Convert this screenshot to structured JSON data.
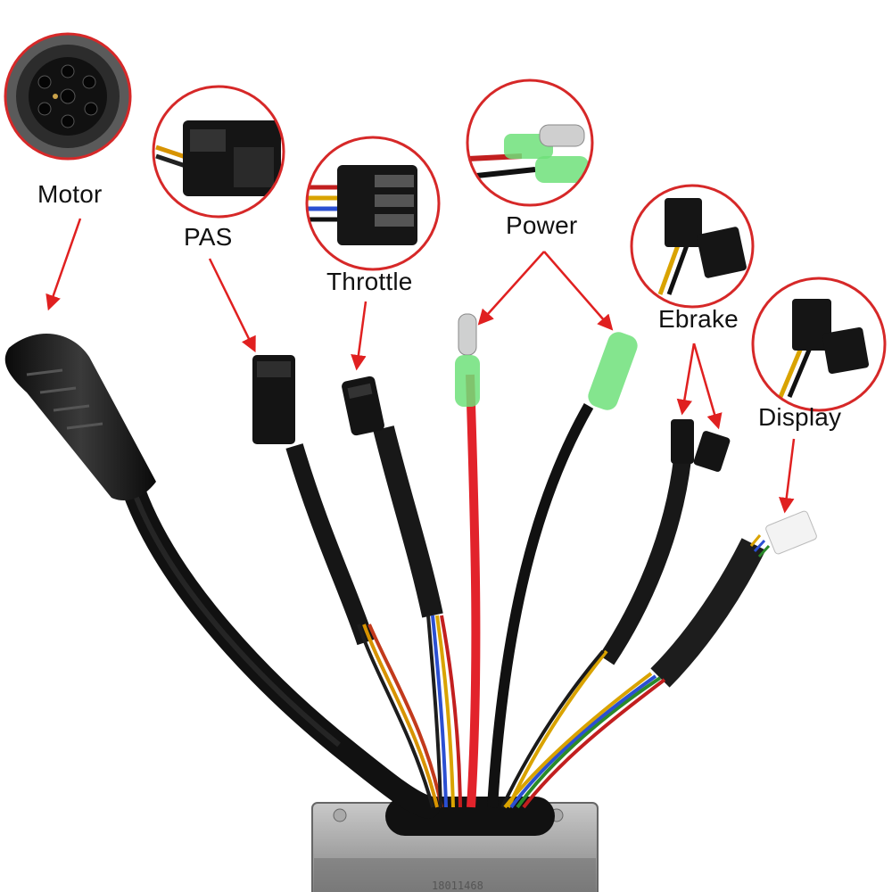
{
  "labels": {
    "motor": "Motor",
    "pas": "PAS",
    "throttle": "Throttle",
    "power": "Power",
    "ebrake": "Ebrake",
    "display": "Display"
  },
  "controller": {
    "serial": "18011468"
  },
  "colors": {
    "callout_ring": "#d62828",
    "arrow": "#e02020",
    "cable": "#1b1b1b",
    "red_wire": "#e2232b",
    "green_sleeve": "#6fe07a",
    "housing": "#8e8e8e"
  }
}
